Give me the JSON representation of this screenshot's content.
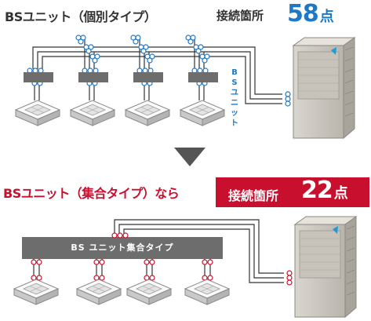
{
  "top": {
    "title": "BSユニット（個別タイプ）",
    "connection_label": "接続箇所",
    "connection_count": "58",
    "connection_unit": "点",
    "bs_unit_vertical_label": [
      "B",
      "S",
      "ユ",
      "ニ",
      "ッ",
      "ト"
    ]
  },
  "bottom": {
    "title": "BSユニット（集合タイプ）なら",
    "connection_label": "接続箇所",
    "connection_count": "22",
    "connection_unit": "点",
    "bs_unit_bar_label": "BS ユニット集合タイプ"
  },
  "colors": {
    "accent_blue": "#1e78c8",
    "accent_red": "#c8102e",
    "bs_unit_gray": "#6d6d6d",
    "arrow_gray": "#555555",
    "daikin_logo": "#1e9bd7"
  },
  "icons": [
    "cassette-indoor-unit-icon",
    "outdoor-unit-icon",
    "down-arrow-icon",
    "daikin-logo-icon"
  ]
}
